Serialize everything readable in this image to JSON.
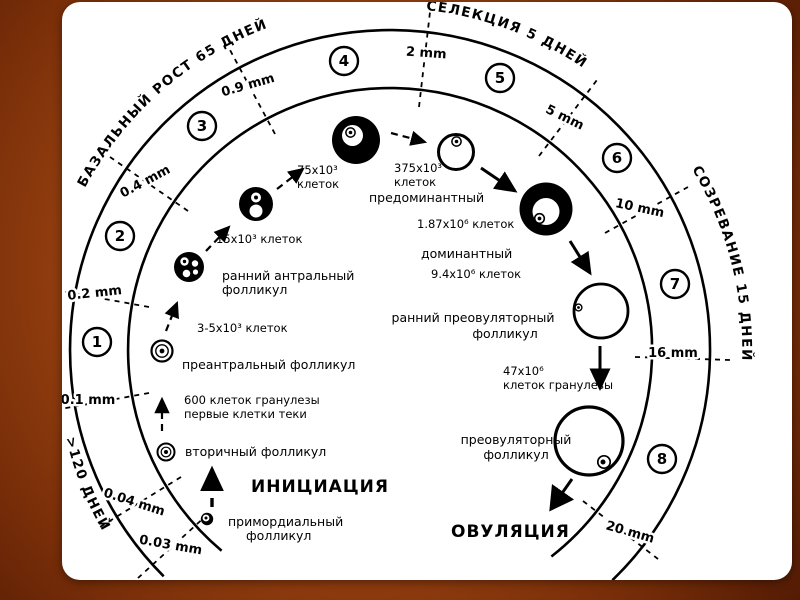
{
  "titles": {
    "basal": "БАЗАЛЬНЫЙ РОСТ 65 ДНЕЙ",
    "selection": "СЕЛЕКЦИЯ 5 ДНЕЙ",
    "maturation": "СОЗРЕВАНИЕ 15 ДНЕЙ",
    "init_days": ">120 ДНЕЙ",
    "initiation": "ИНИЦИАЦИЯ",
    "ovulation": "ОВУЛЯЦИЯ"
  },
  "stage_numbers": [
    "1",
    "2",
    "3",
    "4",
    "5",
    "6",
    "7",
    "8"
  ],
  "sizes": [
    "0.03 mm",
    "0.04 mm",
    "0.1 mm",
    "0.2 mm",
    "0.4 mm",
    "0.9 mm",
    "2 mm",
    "5 mm",
    "10 mm",
    "16 mm",
    "20 mm"
  ],
  "labels": {
    "primordial_1": "примордиальный",
    "primordial_2": "фолликул",
    "secondary": "вторичный фолликул",
    "granulosa_1": "600 клеток гранулезы",
    "granulosa_2": "первые клетки теки",
    "preantral": "преантральный фолликул",
    "preantral_cells": "3-5x10³ клеток",
    "early_antral_1": "ранний антральный",
    "early_antral_2": "фолликул",
    "early_antral_cells": "15x10³ клеток",
    "c75_1": "75x10³",
    "c75_2": "клеток",
    "c375_1": "375x10³",
    "c375_2": "клеток",
    "predominant": "предоминантный",
    "c187": "1.87x10⁶ клеток",
    "dominant": "доминантный",
    "c94": "9.4x10⁶ клеток",
    "early_preov_1": "ранний преовуляторный",
    "early_preov_2": "фолликул",
    "c47_1": "47x10⁶",
    "c47_2": "клеток гранулезы",
    "preov_1": "преовуляторный",
    "preov_2": "фолликул"
  }
}
